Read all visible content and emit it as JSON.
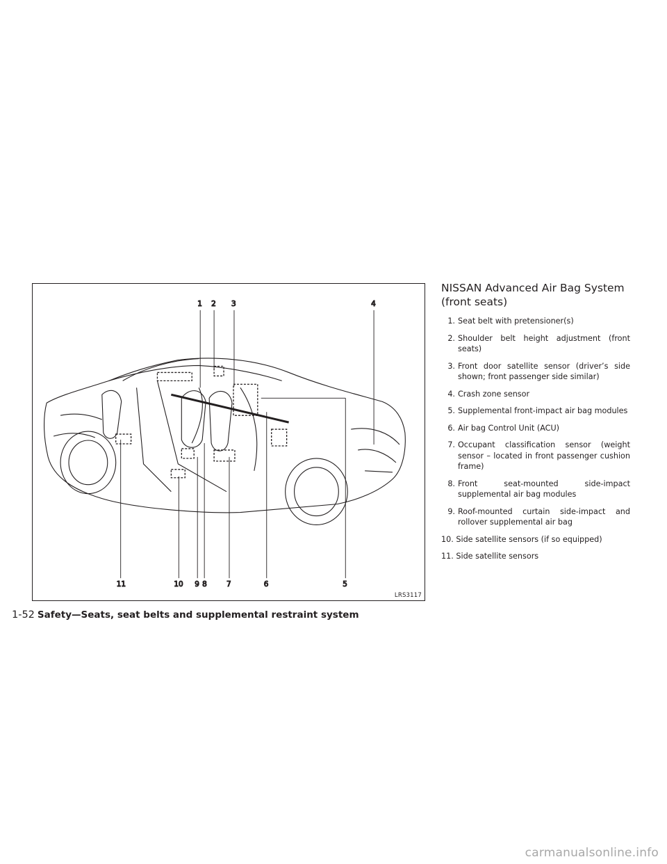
{
  "figure": {
    "id": "LRS3117",
    "callouts_top": [
      "1",
      "2",
      "3",
      "4"
    ],
    "callouts_bottom": [
      "11",
      "10",
      "9",
      "8",
      "7",
      "6",
      "5"
    ]
  },
  "section": {
    "title_line1": "NISSAN Advanced Air Bag System",
    "title_line2": "(front seats)",
    "items": [
      {
        "num": "1.",
        "text": "Seat belt with pretensioner(s)"
      },
      {
        "num": "2.",
        "text": "Shoulder belt height adjustment (front seats)"
      },
      {
        "num": "3.",
        "text": "Front door satellite sensor (driver’s side shown; front passenger side similar)"
      },
      {
        "num": "4.",
        "text": "Crash zone sensor"
      },
      {
        "num": "5.",
        "text": "Supplemental front-impact air bag modules"
      },
      {
        "num": "6.",
        "text": "Air bag Control Unit (ACU)"
      },
      {
        "num": "7.",
        "text": "Occupant classification sensor (weight sensor – located in front passenger cushion frame)"
      },
      {
        "num": "8.",
        "text": "Front seat-mounted side-impact supplemental air bag modules"
      },
      {
        "num": "9.",
        "text": "Roof-mounted curtain side-impact and rollover supplemental air bag"
      },
      {
        "num": "10.",
        "text": "Side satellite sensors (if so equipped)"
      },
      {
        "num": "11.",
        "text": "Side satellite sensors"
      }
    ]
  },
  "footer": {
    "page_number": "1-52",
    "chapter": "Safety—Seats, seat belts and supplemental restraint system"
  },
  "watermark": "carmanualsonline.info"
}
